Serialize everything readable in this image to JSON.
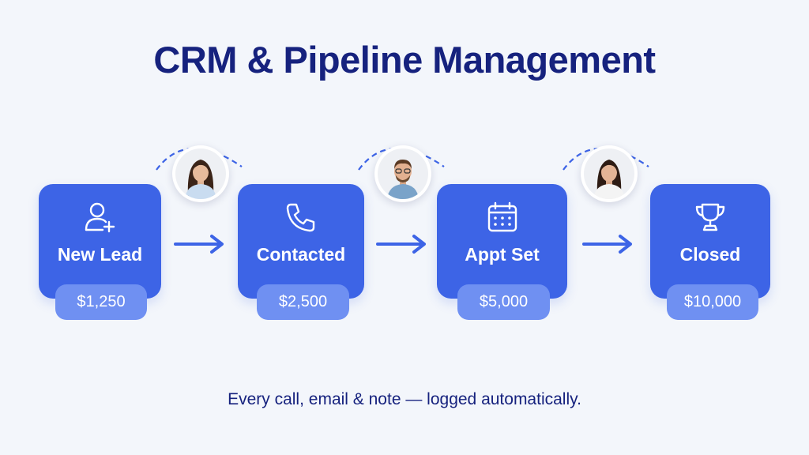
{
  "title": "CRM & Pipeline Management",
  "stages": [
    {
      "label": "New Lead",
      "value": "$1,250",
      "icon": "user-plus-icon"
    },
    {
      "label": "Contacted",
      "value": "$2,500",
      "icon": "phone-icon"
    },
    {
      "label": "Appt Set",
      "value": "$5,000",
      "icon": "calendar-icon"
    },
    {
      "label": "Closed",
      "value": "$10,000",
      "icon": "trophy-icon"
    }
  ],
  "footer": "Every call, email & note — logged automatically.",
  "colors": {
    "background": "#f3f6fb",
    "title": "#16227e",
    "card": "#3d64e6",
    "pill": "#6f90f2",
    "arrow": "#3d64e6"
  }
}
